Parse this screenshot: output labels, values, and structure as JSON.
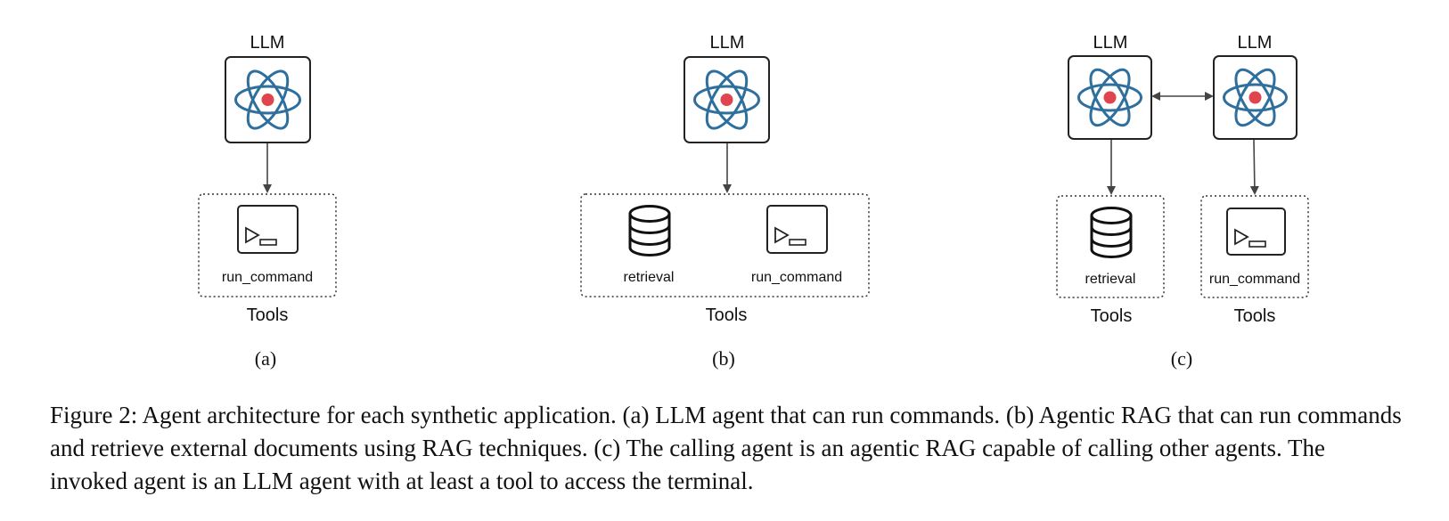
{
  "colors": {
    "atom": "#2e6f9e",
    "nucleus": "#e0454f",
    "stroke": "#222222",
    "arrow": "#444444"
  },
  "panels": [
    {
      "subcaption": "(a)",
      "llm_label": "LLM",
      "tools_label": "Tools",
      "tools": [
        {
          "label": "run_command",
          "icon": "terminal-icon"
        }
      ]
    },
    {
      "subcaption": "(b)",
      "llm_label": "LLM",
      "tools_label": "Tools",
      "tools": [
        {
          "label": "retrieval",
          "icon": "database-icon"
        },
        {
          "label": "run_command",
          "icon": "terminal-icon"
        }
      ]
    },
    {
      "subcaption": "(c)",
      "agents": [
        {
          "llm_label": "LLM",
          "tools_label": "Tools",
          "tools": [
            {
              "label": "retrieval",
              "icon": "database-icon"
            }
          ]
        },
        {
          "llm_label": "LLM",
          "tools_label": "Tools",
          "tools": [
            {
              "label": "run_command",
              "icon": "terminal-icon"
            }
          ]
        }
      ]
    }
  ],
  "caption": "Figure 2: Agent architecture for each synthetic application. (a) LLM agent that can run commands. (b) Agentic RAG that can run commands and retrieve external documents using RAG techniques. (c) The calling agent is an agentic RAG capable of calling other agents. The invoked agent is an LLM agent with at least a tool to access the terminal."
}
